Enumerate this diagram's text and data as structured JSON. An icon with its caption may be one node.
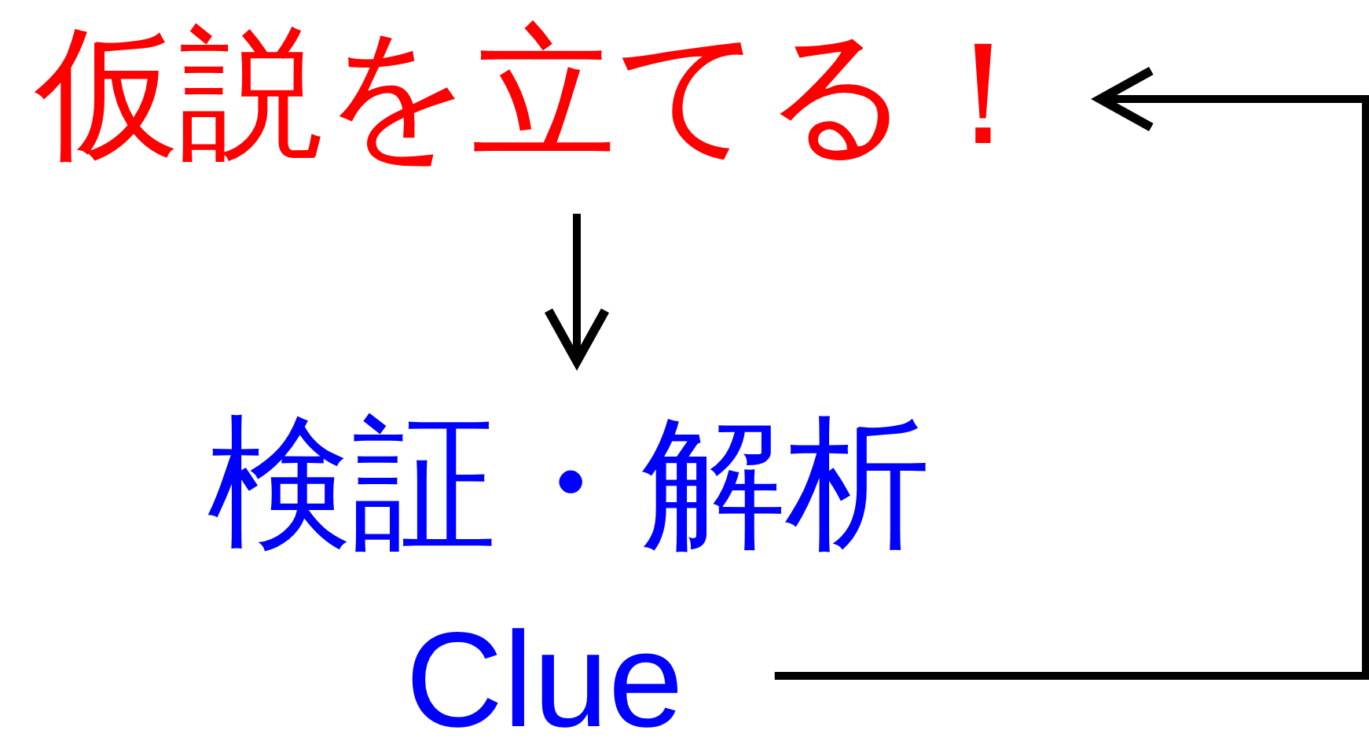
{
  "diagram": {
    "nodes": [
      {
        "text": [
          "仮説を立てる！"
        ]
      },
      {
        "text": [
          "検証・解析"
        ]
      },
      {
        "text": [
          "Clue"
        ]
      }
    ],
    "edges": [
      {
        "from": 0,
        "to": 1,
        "arrow": "to"
      },
      {
        "from": 2,
        "to": 0,
        "arrow": "to"
      }
    ]
  }
}
